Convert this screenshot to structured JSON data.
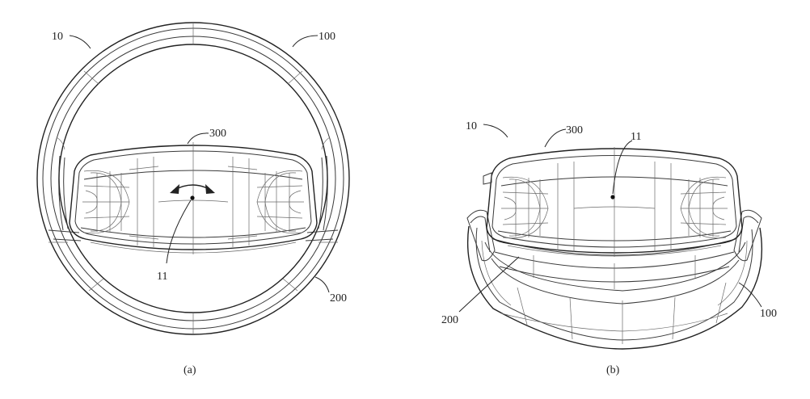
{
  "figures": [
    {
      "caption": "(a)",
      "labels": {
        "wheel": "10",
        "rim": "100",
        "body": "300",
        "axis": "11",
        "lower": "200"
      }
    },
    {
      "caption": "(b)",
      "labels": {
        "wheel": "10",
        "body": "300",
        "axis": "11",
        "lower": "200",
        "rim": "100"
      }
    }
  ]
}
